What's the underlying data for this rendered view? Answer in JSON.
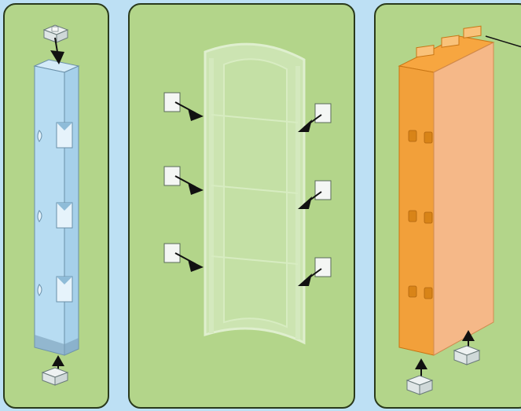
{
  "diagram": {
    "panels": [
      {
        "id": "left",
        "part": "light-blue-square-column",
        "connector_count": 2
      },
      {
        "id": "middle",
        "part": "translucent-curved-panel",
        "connector_count": 6
      },
      {
        "id": "right",
        "part": "orange-block",
        "connector_count": 2
      }
    ],
    "colors": {
      "background": "#bde0f4",
      "panel_fill": "#b3d58a",
      "panel_border": "#2a3a1c",
      "column_blue": "#b7dcf2",
      "orange_front": "#f2a03a",
      "orange_side": "#f5b888",
      "arrow": "#111111"
    },
    "icons": [
      "arrow-down-icon",
      "arrow-up-icon",
      "arrow-right-icon",
      "arrow-left-icon",
      "connector-clip-icon",
      "callout-line"
    ]
  }
}
